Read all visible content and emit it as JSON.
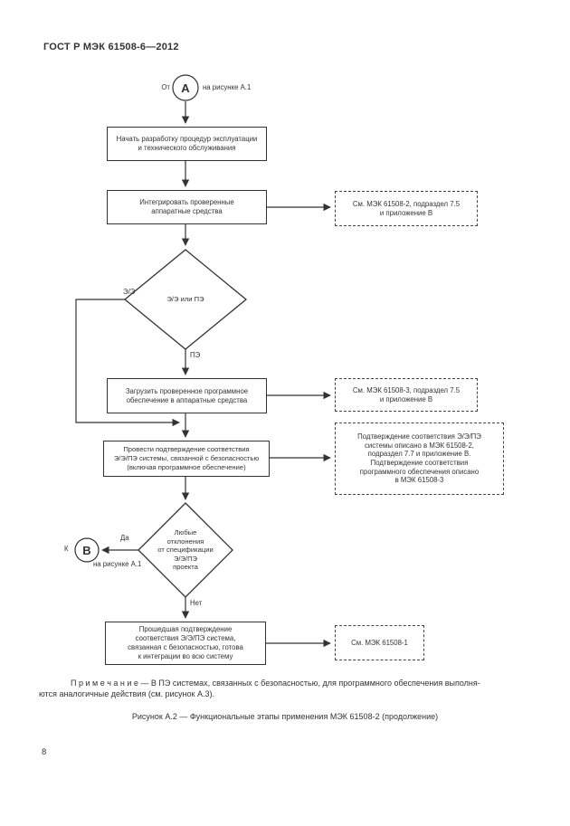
{
  "colors": {
    "ink": "#333333",
    "paper": "#ffffff"
  },
  "page": {
    "header": "ГОСТ Р МЭК 61508-6—2012",
    "page_number": "8",
    "note": "П р и м е ч а н и е — В ПЭ системах, связанных с безопасностью, для программного обеспечения выполня-\nются аналогичные действия (см. рисунок А.3).",
    "caption": "Рисунок А.2 — Функциональные этапы применения МЭК 61508-2 (продолжение)"
  },
  "flowchart": {
    "connector_a": {
      "prefix": "От",
      "letter": "А",
      "suffix": "на рисунке А.1"
    },
    "connector_b": {
      "prefix": "К",
      "letter": "В",
      "suffix": "на рисунке А.1"
    },
    "steps": {
      "step1": "Начать разработку процедур эксплуатации\nи технического обслуживания",
      "step2": "Интегрировать проверенные\nаппаратные средства",
      "step3": "Загрузить проверенное программное\nобеспечение в аппаратные средства",
      "step4": "Провести подтверждение соответствия\nЭ/Э/ПЭ системы, связанной с безопасностью\n(включая программное обеспечение)",
      "step5": "Прошедшая подтверждение\nсоответствия Э/Э/ПЭ система,\nсвязанная с безопасностью, готова\nк интеграции во всю систему"
    },
    "decisions": {
      "d1": "Э/Э или ПЭ",
      "d2": "Любые\nотклонения\nот спецификации\nЭ/Э/ПЭ\nпроекта"
    },
    "branch_labels": {
      "ee": "Э/Э",
      "pe": "ПЭ",
      "yes": "Да",
      "no": "Нет"
    },
    "references": {
      "ref1": "См. МЭК 61508-2, подраздел 7.5\nи приложение В",
      "ref2": "См. МЭК 61508-3, подраздел 7.5\nи приложение В",
      "ref3": "Подтверждение соответствия Э/Э/ПЭ\nсистемы описано в МЭК 61508-2,\nподраздел 7.7 и приложение В.\nПодтверждение соответствия\nпрограммного обеспечения описано\nв МЭК 61508-3",
      "ref4": "См. МЭК 61508-1"
    }
  }
}
